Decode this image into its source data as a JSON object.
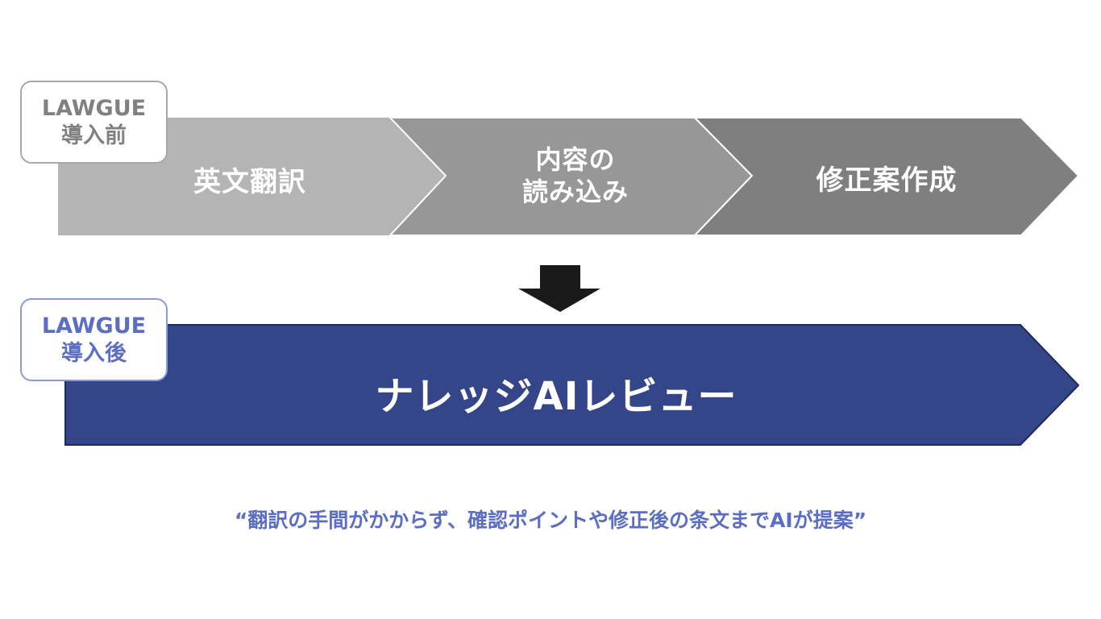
{
  "before": {
    "tag": {
      "name": "LAWGUE",
      "label": "導入前"
    },
    "steps": [
      {
        "label": "英文翻訳"
      },
      {
        "label": "内容の\n読み込み"
      },
      {
        "label": "修正案作成"
      }
    ]
  },
  "after": {
    "tag": {
      "name": "LAWGUE",
      "label": "導入後"
    },
    "step": {
      "label": "ナレッジAIレビュー"
    }
  },
  "caption": "“翻訳の手間がかからず、確認ポイントや修正後の条文までAIが提案”",
  "colors": {
    "step1": "#b4b4b4",
    "step2": "#979797",
    "step3": "#7f7f7f",
    "before_tag": "#808080",
    "after_fill": "#34458a",
    "after_tag_text": "#5b6ec4",
    "after_tag_border": "#8a9bd8",
    "arrow": "#1a1a1a"
  }
}
